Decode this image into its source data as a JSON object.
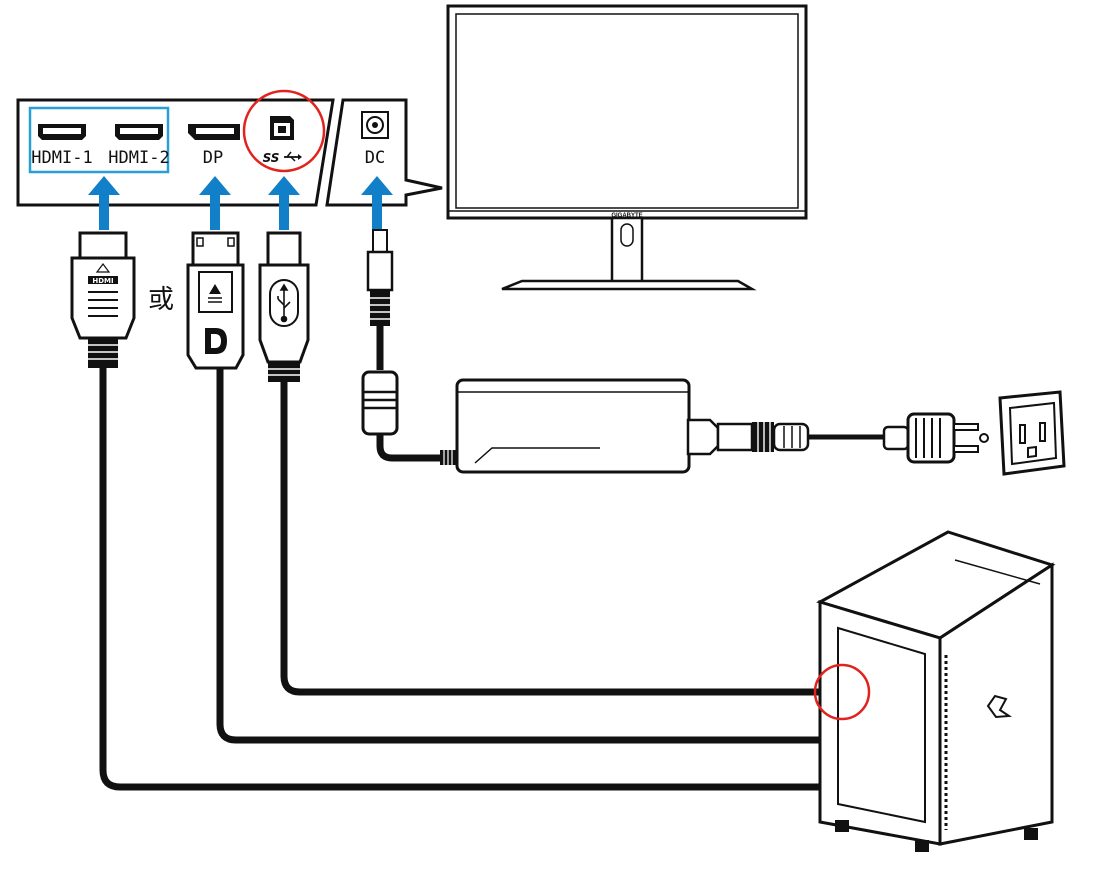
{
  "ports": {
    "hdmi1": "HDMI-1",
    "hdmi2": "HDMI-2",
    "dp": "DP",
    "usb": "SS",
    "dc": "DC"
  },
  "monitor_brand": "GIGABYTE",
  "or_text": "或",
  "colors": {
    "arrow": "#1180c8",
    "hdmi_group_box": "#2a9fd6",
    "highlight_circle": "#e0231c",
    "cable": "#111111"
  },
  "icons": [
    "hdmi-port-icon",
    "displayport-port-icon",
    "usb-b-port-icon",
    "dc-jack-icon",
    "hdmi-plug-icon",
    "displayport-plug-icon",
    "usb-b-plug-icon",
    "dc-plug-icon",
    "power-adapter-icon",
    "ac-plug-icon",
    "wall-outlet-icon",
    "pc-tower-icon",
    "monitor-icon"
  ]
}
